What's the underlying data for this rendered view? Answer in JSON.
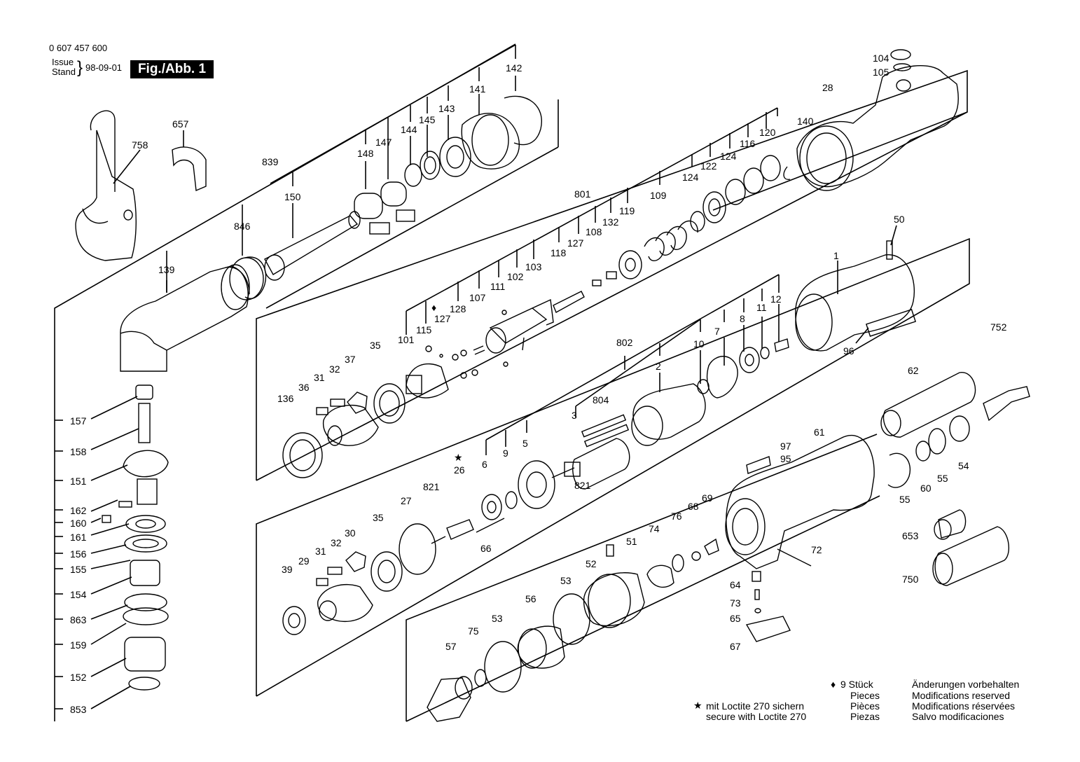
{
  "header": {
    "part_number": "0 607 457 600",
    "issue_label_1": "Issue",
    "issue_label_2": "Stand",
    "brace": "}",
    "date": "98-09-01",
    "figure": "Fig./Abb. 1"
  },
  "labels": {
    "l104": "104",
    "l105": "105",
    "l28": "28",
    "l142": "142",
    "l141": "141",
    "l143": "143",
    "l145": "145",
    "l144": "144",
    "l147": "147",
    "l148": "148",
    "l839": "839",
    "l657": "657",
    "l758": "758",
    "l150": "150",
    "l846": "846",
    "l139": "139",
    "l140": "140",
    "l120": "120",
    "l116": "116",
    "l124a": "124",
    "l122": "122",
    "l124b": "124",
    "l109": "109",
    "l119": "119",
    "l132": "132",
    "l108": "108",
    "l127a": "127",
    "l801": "801",
    "l118": "118",
    "l103": "103",
    "l102": "102",
    "l111": "111",
    "l107": "107",
    "l128": "128",
    "l127b": "127",
    "l115": "115",
    "l101": "101",
    "l35a": "35",
    "l37a": "37",
    "l32a": "32",
    "l31a": "31",
    "l36": "36",
    "l136": "136",
    "l50": "50",
    "l1": "1",
    "l96": "96",
    "l12": "12",
    "l11": "11",
    "l8": "8",
    "l7": "7",
    "l10": "10",
    "l802": "802",
    "l2": "2",
    "l804": "804",
    "l3": "3",
    "l752": "752",
    "l62": "62",
    "l5": "5",
    "l9": "9",
    "l6": "6",
    "l821a": "821",
    "l821b": "821",
    "l26": "26",
    "l27": "27",
    "l35b": "35",
    "l30": "30",
    "l32b": "32",
    "l31b": "31",
    "l29": "29",
    "l39": "39",
    "l66": "66",
    "l97": "97",
    "l95": "95",
    "l61": "61",
    "l55a": "55",
    "l60": "60",
    "l55b": "55",
    "l54": "54",
    "l653": "653",
    "l750": "750",
    "l69": "69",
    "l68": "68",
    "l76": "76",
    "l74": "74",
    "l51": "51",
    "l52": "52",
    "l53a": "53",
    "l56": "56",
    "l53b": "53",
    "l75": "75",
    "l57": "57",
    "l72": "72",
    "l64": "64",
    "l73": "73",
    "l65": "65",
    "l67": "67",
    "l157": "157",
    "l158": "158",
    "l151": "151",
    "l162": "162",
    "l160": "160",
    "l161": "161",
    "l156": "156",
    "l155": "155",
    "l154": "154",
    "l863": "863",
    "l159": "159",
    "l152": "152",
    "l853": "853"
  },
  "notes": {
    "count_symbol": "♦",
    "count_text": "9 Stück",
    "count_en": "Pieces",
    "count_fr": "Pièces",
    "count_es": "Piezas",
    "changes_de": "Änderungen vorbehalten",
    "changes_en": "Modifications reserved",
    "changes_fr": "Modifications réservées",
    "changes_es": "Salvo modificaciones",
    "loctite_symbol": "★",
    "loctite_de": "mit Loctite 270 sichern",
    "loctite_en": "secure with Loctite 270"
  },
  "markers": {
    "star": "★",
    "diamond": "♦"
  }
}
